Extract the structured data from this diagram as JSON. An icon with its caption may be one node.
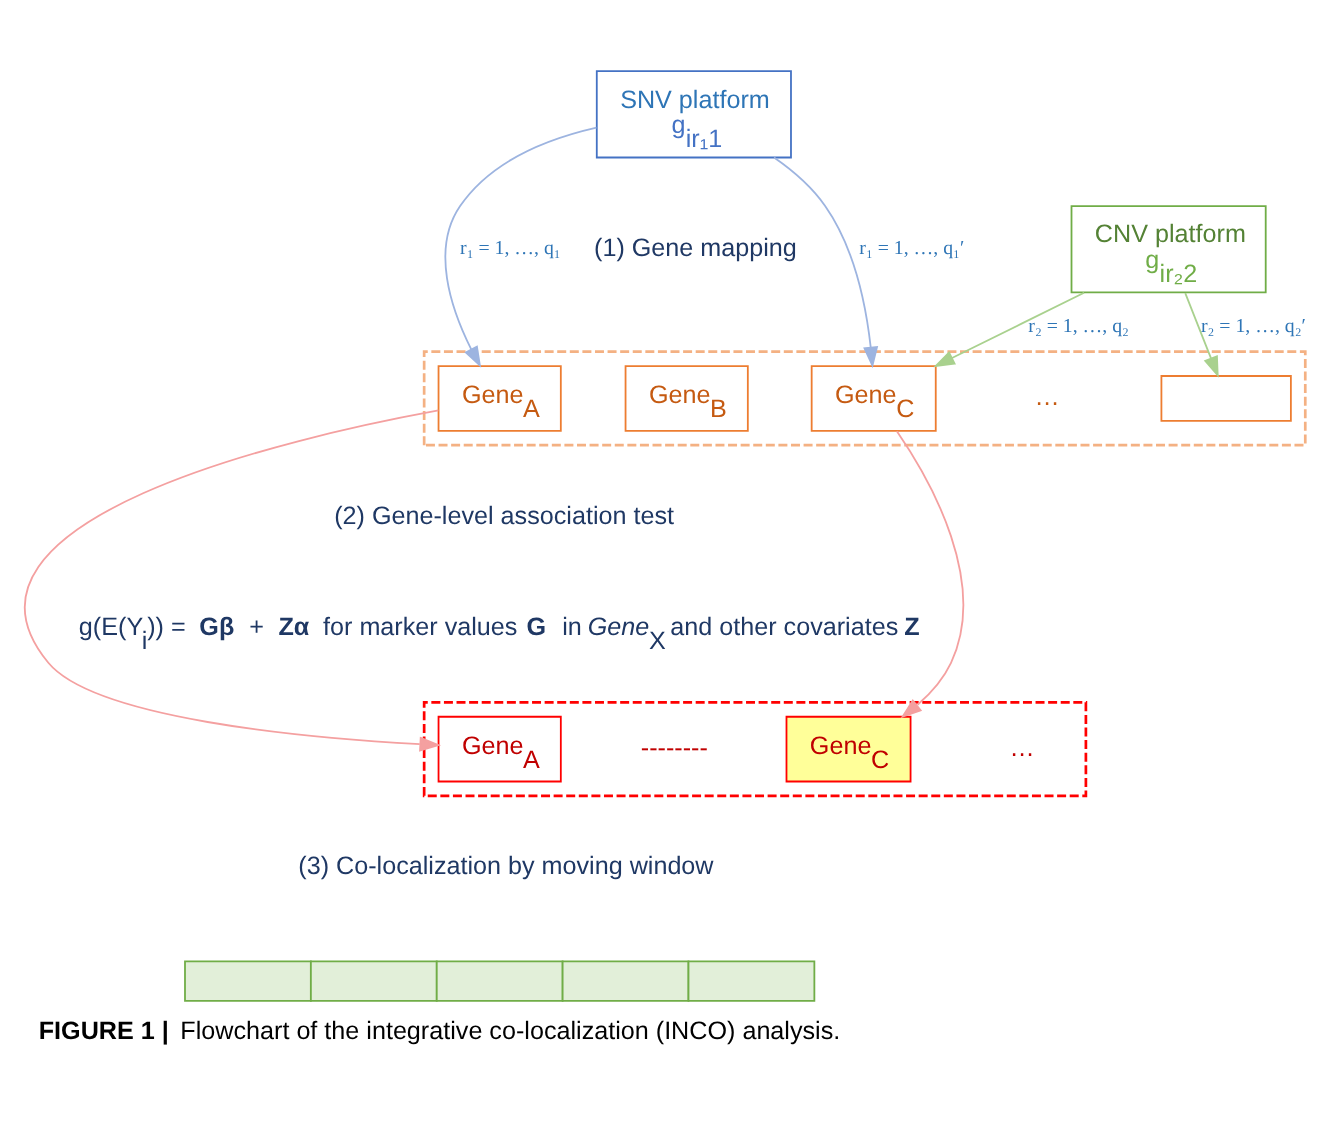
{
  "diagram": {
    "caption": "**FIGURE 1 |** Flowchart of the integrative co-localization (INCO) analysis.",
    "nodes": [
      {
        "text": [
          "SNV platform",
          "g$_{ir₁1}$"
        ]
      },
      {
        "text": [
          "CNV platform",
          "g$_{ir₂2}$"
        ]
      },
      {
        "text": [],
        "shape": "box"
      },
      {
        "text": [
          "Gene$_{A}$"
        ],
        "in": 2
      },
      {
        "text": [
          "Gene$_{B}$"
        ],
        "in": 2
      },
      {
        "text": [
          "Gene$_{C}$"
        ],
        "in": 2
      },
      {
        "text": [],
        "shape": "box",
        "in": 2
      },
      {
        "text": [],
        "shape": "box"
      },
      {
        "text": [
          "Gene$_{A}$"
        ],
        "in": 7
      },
      {
        "text": [
          "Gene$_{C}$"
        ],
        "in": 7
      },
      {
        "text": [],
        "shape": "picture"
      }
    ],
    "edges": [
      {
        "from": 0,
        "to": 3,
        "arrow": "to",
        "label": "r₁ = 1, …, q₁",
        "color": "#9db4e0"
      },
      {
        "from": 0,
        "to": 5,
        "arrow": "to",
        "label": "r₁ = 1, …, q₁′",
        "color": "#9db4e0"
      },
      {
        "from": 1,
        "to": 5,
        "arrow": "to",
        "label": "r₂ = 1, …, q₂",
        "color": "#a9d18e"
      },
      {
        "from": 1,
        "to": 6,
        "arrow": "to",
        "label": "r₂ = 1, …, q₂′",
        "color": "#a9d18e"
      },
      {
        "from": 3,
        "to": 8,
        "arrow": "to",
        "color": "#f4a0a0"
      },
      {
        "from": 5,
        "to": 9,
        "arrow": "to",
        "color": "#f4a0a0"
      }
    ],
    "labels": [
      "(1) Gene mapping",
      "…",
      "(2) Gene-level association test",
      "g(E(Y$_{i}$)) = **Gβ** + **Zα** for marker values **G** in *Gene*$_{X}$ and other covariates **Z**",
      "--------",
      "…",
      "(3) Co-localization by moving window"
    ]
  }
}
